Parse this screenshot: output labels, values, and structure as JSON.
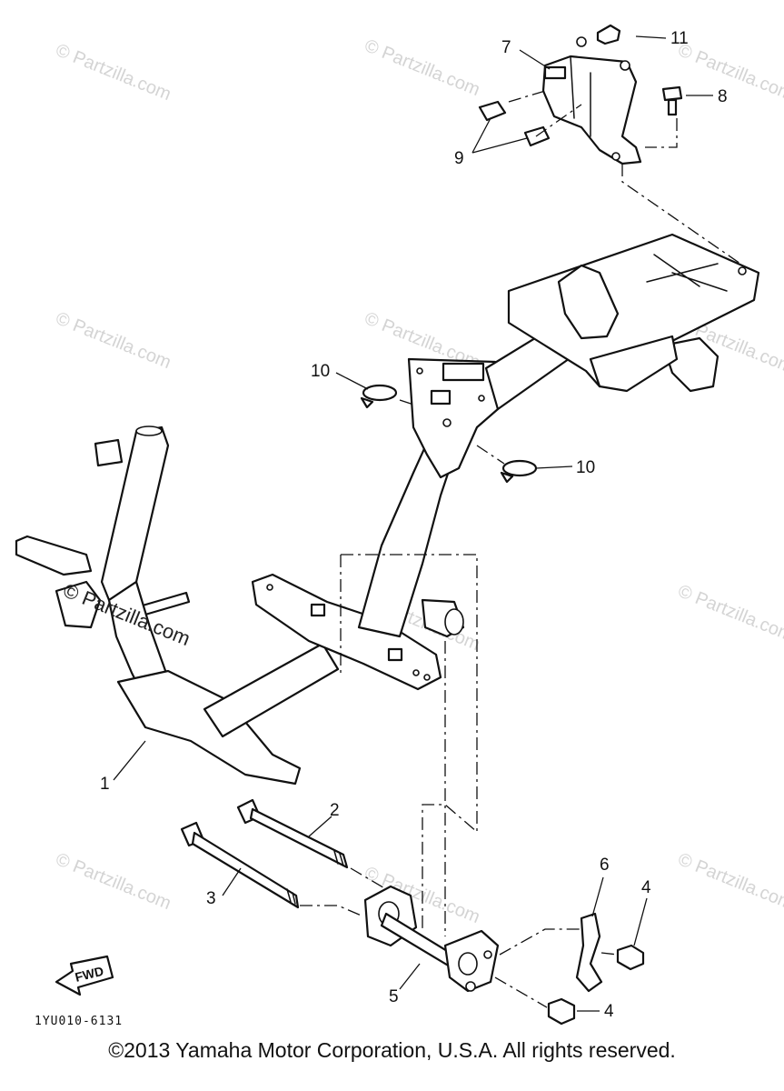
{
  "diagram": {
    "reference_code": "1YU010-6131",
    "fwd_label": "FWD",
    "callouts": [
      "1",
      "2",
      "3",
      "4",
      "4",
      "5",
      "6",
      "7",
      "8",
      "9",
      "10",
      "10",
      "11"
    ]
  },
  "watermark": {
    "text": "© Partzilla.com"
  },
  "footer": {
    "copyright": "©2013 Yamaha Motor Corporation, U.S.A. All rights reserved."
  }
}
